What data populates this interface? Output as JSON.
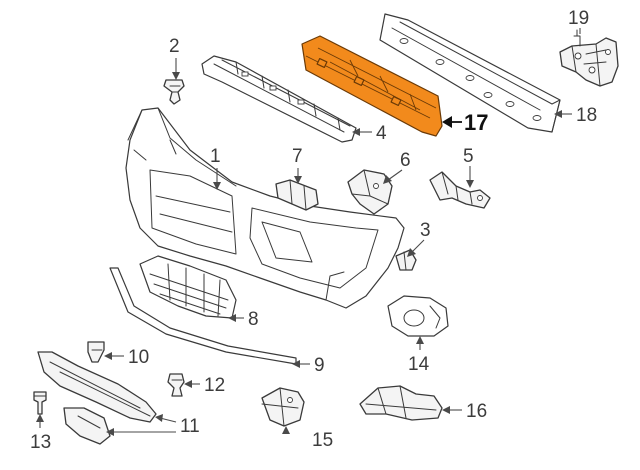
{
  "diagram": {
    "highlight_color": "#f28a1c",
    "highlighted_part": "17",
    "callouts": [
      {
        "key": "c1",
        "label": "1"
      },
      {
        "key": "c2",
        "label": "2"
      },
      {
        "key": "c3",
        "label": "3"
      },
      {
        "key": "c4",
        "label": "4"
      },
      {
        "key": "c5",
        "label": "5"
      },
      {
        "key": "c6",
        "label": "6"
      },
      {
        "key": "c7",
        "label": "7"
      },
      {
        "key": "c8",
        "label": "8"
      },
      {
        "key": "c9",
        "label": "9"
      },
      {
        "key": "c10",
        "label": "10"
      },
      {
        "key": "c11",
        "label": "11"
      },
      {
        "key": "c12",
        "label": "12"
      },
      {
        "key": "c13",
        "label": "13"
      },
      {
        "key": "c14",
        "label": "14"
      },
      {
        "key": "c15",
        "label": "15"
      },
      {
        "key": "c16",
        "label": "16"
      },
      {
        "key": "c17",
        "label": "17"
      },
      {
        "key": "c18",
        "label": "18"
      },
      {
        "key": "c19",
        "label": "19"
      }
    ]
  }
}
